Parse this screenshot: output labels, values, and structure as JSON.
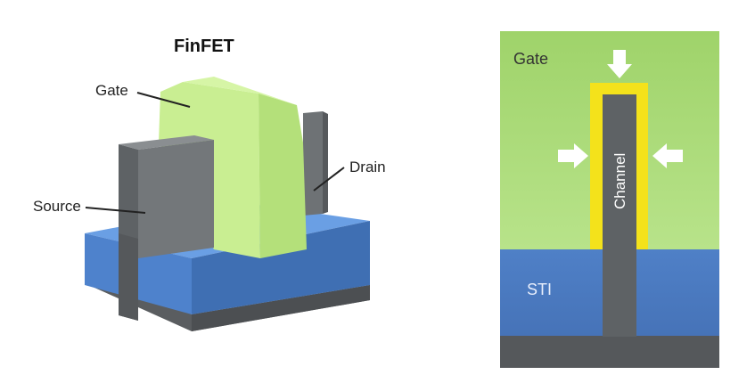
{
  "left": {
    "title": "FinFET",
    "labels": {
      "gate": "Gate",
      "drain": "Drain",
      "source": "Source"
    }
  },
  "right": {
    "labels": {
      "gate": "Gate",
      "channel": "Channel",
      "sti": "STI"
    }
  },
  "colors": {
    "gate_green": "#b4e07a",
    "gate_green_light": "#c9ee92",
    "fin_gray": "#6e7275",
    "fin_gray_dark": "#56595c",
    "oxide_blue": "#4e82cc",
    "oxide_blue_light": "#6a9fe4",
    "substrate_gray": "#55585b",
    "gate_oxide_yellow": "#f4e21b",
    "cross_gate_bg": "#a6d87a",
    "cross_sti_bg": "#4f80c7"
  }
}
